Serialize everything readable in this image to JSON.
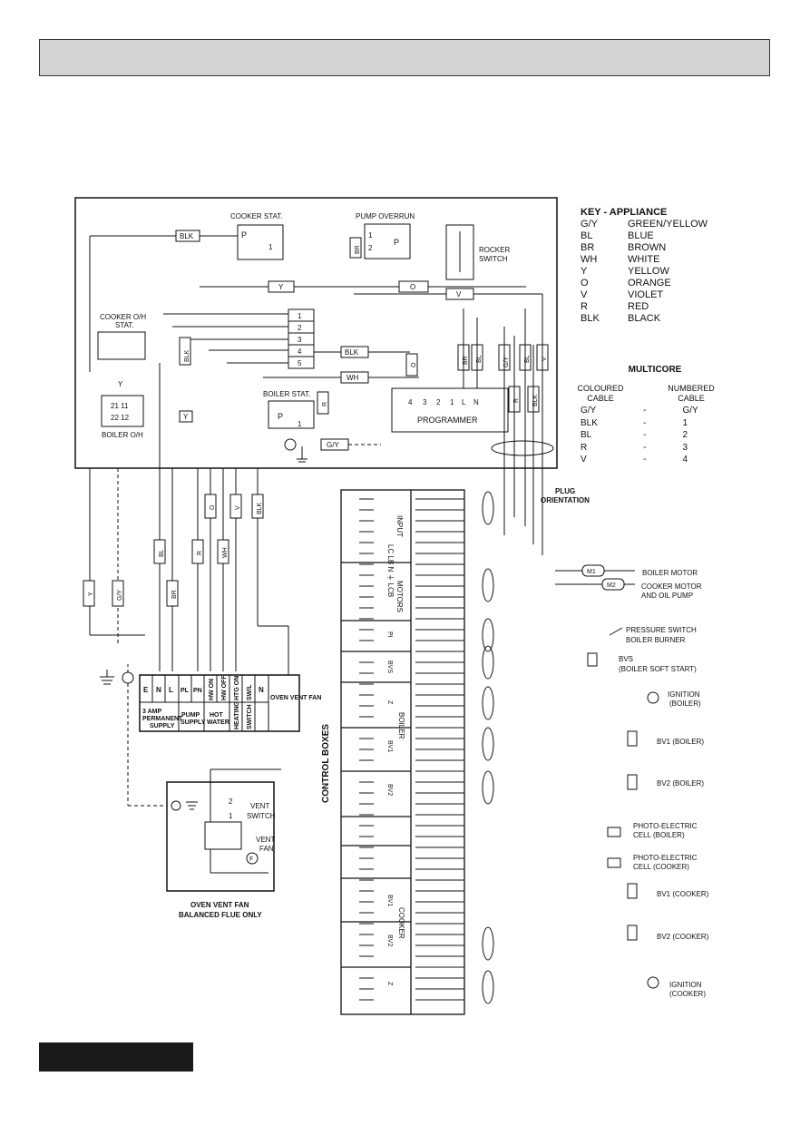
{
  "key": {
    "title": "KEY - APPLIANCE",
    "entries": [
      {
        "code": "G/Y",
        "name": "GREEN/YELLOW"
      },
      {
        "code": "BL",
        "name": "BLUE"
      },
      {
        "code": "BR",
        "name": "BROWN"
      },
      {
        "code": "WH",
        "name": "WHITE"
      },
      {
        "code": "Y",
        "name": "YELLOW"
      },
      {
        "code": "O",
        "name": "ORANGE"
      },
      {
        "code": "V",
        "name": "VIOLET"
      },
      {
        "code": "R",
        "name": "RED"
      },
      {
        "code": "BLK",
        "name": "BLACK"
      }
    ]
  },
  "multicore": {
    "title": "MULTICORE",
    "col1": "COLOURED CABLE",
    "col2": "NUMBERED CABLE",
    "rows": [
      {
        "c": "G/Y",
        "d": "-",
        "n": "G/Y"
      },
      {
        "c": "BLK",
        "d": "-",
        "n": "1"
      },
      {
        "c": "BL",
        "d": "-",
        "n": "2"
      },
      {
        "c": "R",
        "d": "-",
        "n": "3"
      },
      {
        "c": "V",
        "d": "-",
        "n": "4"
      }
    ]
  },
  "appliance": {
    "cooker_stat": "COOKER STAT.",
    "pump_overrun": "PUMP OVERRUN",
    "rocker_switch_1": "ROCKER",
    "rocker_switch_2": "SWITCH",
    "cooker_oh_1": "COOKER O/H",
    "cooker_oh_2": "STAT.",
    "boiler_stat": "BOILER STAT.",
    "boiler_oh": "BOILER O/H",
    "programmer": "PROGRAMMER",
    "terminals": [
      "1",
      "2",
      "3",
      "4",
      "5"
    ],
    "prog_terms": [
      "4",
      "3",
      "2",
      "1",
      "L",
      "N"
    ],
    "wire_labels": {
      "blk": "BLK",
      "y": "Y",
      "o": "O",
      "v": "V",
      "wh": "WH",
      "gy": "G/Y",
      "br": "BR",
      "bl": "BL",
      "r": "R"
    }
  },
  "plug_orientation_1": "PLUG",
  "plug_orientation_2": "ORIENTATION",
  "terminal_strip": {
    "cells": [
      "E",
      "N",
      "L",
      "PL",
      "PN",
      "HW ON",
      "HW OFF",
      "HTG ON",
      "SW/L",
      "N"
    ],
    "groups": [
      "3 AMP PERMANENT SUPPLY",
      "PUMP SUPPLY",
      "HOT WATER",
      "HEATING",
      "SWITCH"
    ],
    "oven_vent_fan": "OVEN VENT FAN"
  },
  "vent": {
    "vent_switch_1": "VENT",
    "vent_switch_2": "SWITCH",
    "vent_fan_1": "VENT",
    "vent_fan_2": "FAN",
    "caption_1": "OVEN VENT FAN",
    "caption_2": "BALANCED FLUE ONLY"
  },
  "control_boxes": {
    "title": "CONTROL BOXES",
    "sections": [
      "INPUT",
      "MOTORS",
      "BOILER",
      "COOKER"
    ],
    "input_terms": "LC LB N ⏚ LCB",
    "labels": [
      {
        "l1": "BOILER MOTOR",
        "l2": ""
      },
      {
        "l1": "COOKER MOTOR",
        "l2": "AND OIL PUMP"
      },
      {
        "l1": "PRESSURE SWITCH",
        "l2": "BOILER BURNER"
      },
      {
        "l1": "BVS",
        "l2": "(BOILER SOFT START)"
      },
      {
        "l1": "IGNITION",
        "l2": "(BOILER)"
      },
      {
        "l1": "BV1 (BOILER)",
        "l2": ""
      },
      {
        "l1": "BV2 (BOILER)",
        "l2": ""
      },
      {
        "l1": "PHOTO-ELECTRIC",
        "l2": "CELL (BOILER)"
      },
      {
        "l1": "PHOTO-ELECTRIC",
        "l2": "CELL (COOKER)"
      },
      {
        "l1": "BV1 (COOKER)",
        "l2": ""
      },
      {
        "l1": "BV2 (COOKER)",
        "l2": ""
      },
      {
        "l1": "IGNITION",
        "l2": "(COOKER)"
      }
    ],
    "m1": "M1",
    "m2": "M2",
    "box_tags": [
      "PI",
      "BVS",
      "Z",
      "BV1",
      "BV2",
      "BV1",
      "BV2",
      "Z"
    ]
  }
}
